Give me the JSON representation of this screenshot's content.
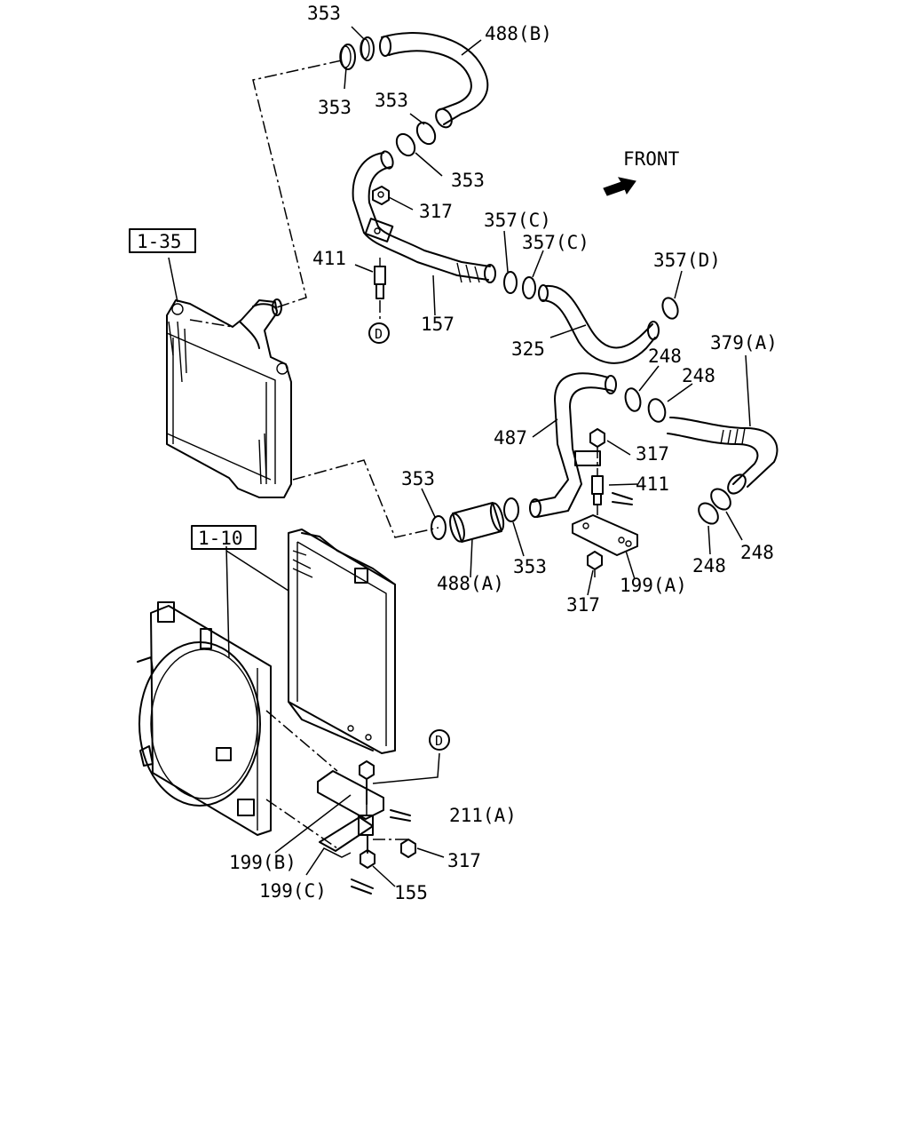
{
  "diagram": {
    "front_label": "FRONT",
    "refs": [
      "1-35",
      "1-10"
    ],
    "connector_letter": "D",
    "labels": {
      "c353a": "353",
      "c353b": "353",
      "c353c": "353",
      "c353d": "353",
      "c353e": "353",
      "c353f": "353",
      "h488b": "488(B)",
      "n317a": "317",
      "c357c1": "357(C)",
      "c357c2": "357(C)",
      "s411a": "411",
      "p157": "157",
      "c357d": "357(D)",
      "h325": "325",
      "c248a": "248",
      "c248b": "248",
      "h379a": "379(A)",
      "p487": "487",
      "n317b": "317",
      "s411b": "411",
      "h488a": "488(A)",
      "n317c": "317",
      "b199a": "199(A)",
      "c248c": "248",
      "c248d": "248",
      "b211a": "211(A)",
      "n317d": "317",
      "b199b": "199(B)",
      "b199c": "199(C)",
      "bolt155": "155"
    }
  }
}
